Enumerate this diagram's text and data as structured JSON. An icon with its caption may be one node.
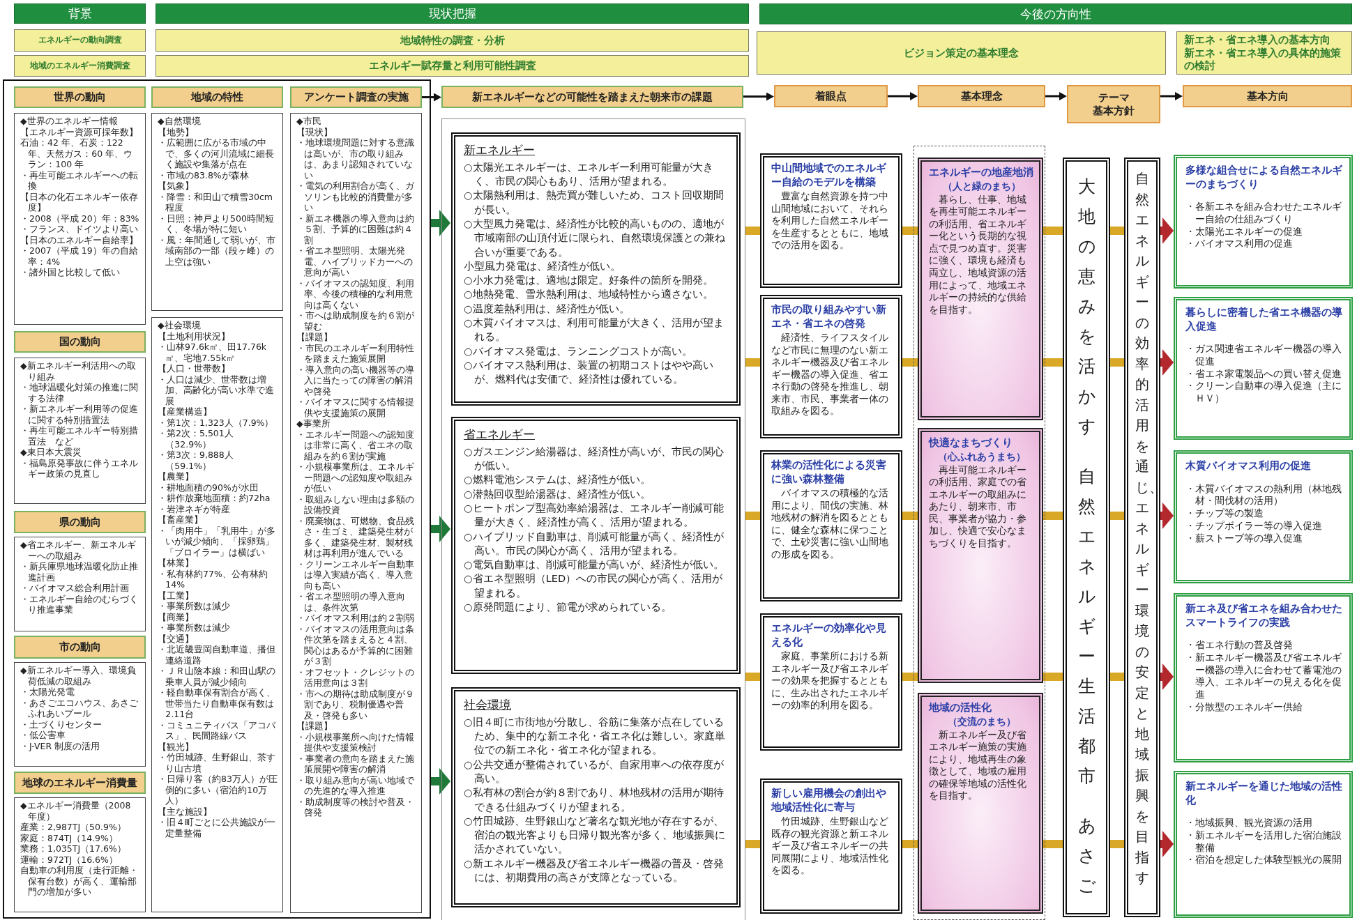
{
  "diagram": {
    "nodes": [
      {
        "text": [
          "背景"
        ]
      },
      {
        "text": [
          "現状把握"
        ]
      },
      {
        "text": [
          "今後の方向性"
        ]
      },
      {
        "text": [
          "エネルギーの動向調査"
        ]
      },
      {
        "text": [
          "地域特性の調査・分析"
        ]
      },
      {
        "text": [
          "ビジョン策定の基本理念"
        ]
      },
      {
        "text": [
          "新エネ・省エネ導入の基本方向",
          "新エネ・省エネ導入の具体的施策の検討"
        ]
      },
      {
        "text": [
          "地域のエネルギー消費調査"
        ]
      },
      {
        "text": [
          "エネルギー賦存量と利用可能性調査"
        ]
      },
      {
        "text": [],
        "shape": "box"
      },
      {
        "text": [
          "世界の動向"
        ],
        "in": 9
      },
      {
        "text": [
          "◆世界のエネルギー情報",
          "【エネルギー資源可採年数】",
          "石油：42 年、石炭：122 年、天然ガス：60 年、ウラン：100 年",
          "・再生可能エネルギーへの転換",
          "【日本の化石エネルギー依存度】",
          "・2008（平成 20）年：83%",
          "・フランス、ドイツより高い",
          "【日本のエネルギー自給率】",
          "・2007（平成 19）年の自給率：4%",
          "・諸外国と比較して低い"
        ],
        "in": 9
      },
      {
        "text": [
          "国の動向"
        ],
        "in": 9
      },
      {
        "text": [
          "◆新エネルギー利活用への取り組み",
          "・地球温暖化対策の推進に関する法律",
          "・新エネルギー利用等の促進に関する特別措置法",
          "・再生可能エネルギー特別措置法　など",
          "◆東日本大震災",
          "・福島原発事故に伴うエネルギー政策の見直し"
        ],
        "in": 9
      },
      {
        "text": [
          "県の動向"
        ],
        "in": 9
      },
      {
        "text": [
          "◆省エネルギー、新エネルギーへの取組み",
          "・新兵庫県地球温暖化防止推進計画",
          "・バイオマス総合利用計画",
          "・エネルギー自給のむらづくり推進事業"
        ],
        "in": 9
      },
      {
        "text": [
          "市の動向"
        ],
        "in": 9
      },
      {
        "text": [
          "◆新エネルギー導入、環境負荷低減の取組み",
          "・太陽光発電",
          "・あさごエコハウス、あさごふれあいプール",
          "・土づくりセンター",
          "・低公害車",
          "・J-VER 制度の活用"
        ],
        "in": 9
      },
      {
        "text": [
          "地球のエネルギー消費量"
        ],
        "in": 9
      },
      {
        "text": [
          "◆エネルギー消費量（2008 年度）",
          "産業：2,987TJ（50.9%）",
          "家庭：874TJ（14.9%）",
          "業務：1,035TJ（17.6%）",
          "運輸：972TJ（16.6%）",
          "自動車の利用度（走行距離・保有台数）が高く、運輸部門の増加が多い"
        ],
        "in": 9
      },
      {
        "text": [
          "地域の特性"
        ],
        "in": 9
      },
      {
        "text": [
          "◆自然環境",
          "【地勢】",
          "・広範囲に広がる市域の中で、多くの河川流域に細長く施設や集落が点在",
          "・市域の83.8%が森林",
          "【気象】",
          "・降雪：和田山で積雪30cm程度",
          "・日照：神戸より500時間短く、冬場が特に短い",
          "・風：年間通して弱いが、市域南部の一部（段ヶ峰）の上空は強い"
        ],
        "in": 9
      },
      {
        "text": [
          "◆社会環境",
          "【土地利用状況】",
          "・山林97.6k㎡、田17.76k㎡、宅地7.55k㎡",
          "【人口・世帯数】",
          "・人口は減少、世帯数は増加、高齢化が高い水準で進展",
          "【産業構造】",
          "・第1次：1,323人（7.9%）",
          "・第2次：5,501人（32.9%）",
          "・第3次：9,888人（59.1%）",
          "【農業】",
          "・耕地面積の90%が水田",
          "・耕作放棄地面積：約72ha",
          "・岩津ネギが特産",
          "【畜産業】",
          "・「肉用牛」「乳用牛」が多いが減少傾向、「採卵鶏」「ブロイラー」は横ばい",
          "【林業】",
          "・私有林約77%、公有林約14%",
          "【工業】",
          "・事業所数は減少",
          "【商業】",
          "・事業所数は減少",
          "【交通】",
          "・北近畿豊岡自動車道、播但連絡道路",
          "・ＪＲ山陰本線：和田山駅の乗車人員が減少傾向",
          "・軽自動車保有割合が高く、世帯当たり自動車保有数は2.11台",
          "・コミュニティバス「アコバス」、民間路線バス",
          "【観光】",
          "・竹田城跡、生野銀山、茶すり山古墳",
          "・日帰り客（約83万人）が圧倒的に多い（宿泊約10万人）",
          "【主な施設】",
          "・旧４町ごとに公共施設が一定量整備"
        ],
        "in": 9
      },
      {
        "text": [
          "アンケート調査の実施"
        ],
        "in": 9
      },
      {
        "text": [
          "◆市民",
          "【現状】",
          "・地球環境問題に対する意識は高いが、市の取り組みは、あまり認知されていない",
          "・電気の利用割合が高く、ガソリンも比較的消費量が多い",
          "・新エネ機器の導入意向は約５割、予算的に困難は約４割",
          "・省エネ型照明、太陽光発電、ハイブリッドカーへの意向が高い",
          "・バイオマスの認知度、利用率、今後の積極的な利用意向は高くない",
          "・市へは助成制度を約６割が望む",
          "【課題】",
          "・市民のエネルギー利用特性を踏まえた施策展開",
          "・導入意向の高い機器等の導入に当たっての障害の解消や啓発",
          "・バイオマスに関する情報提供や支援施策の展開",
          "◆事業所",
          "・エネルギー問題への認知度は非常に高く、省エネの取組みを約６割が実施",
          "・小規模事業所は、エネルギー問題への認知度や取組みが低い",
          "・取組みしない理由は多額の設備投資",
          "・廃棄物は、可燃物、食品残さ・生ゴミ、建築発生材が多く、建築発生材、製材残材は再利用が進んでいる",
          "・クリーンエネルギー自動車は導入実績が高く、導入意向も高い",
          "・省エネ型照明の導入意向は、条件次第",
          "・バイオマス利用は約２割弱",
          "・バイオマスの活用意向は条件次第を踏まえると４割、関心はあるが予算的に困難が３割",
          "・オフセット・クレジットの活用意向は３割",
          "・市への期待は助成制度が９割であり、税制優遇や普及・啓発も多い",
          "【課題】",
          "・小規模事業所へ向けた情報提供や支援策検討",
          "・事業者の意向を踏まえた施策展開や障害の解消",
          "・取り組み意向が高い地域での先進的な導入推進",
          "・助成制度等の検討や普及・啓発"
        ],
        "in": 9
      },
      {
        "text": [
          "新エネルギーなどの可能性を踏まえた朝来市の課題"
        ]
      },
      {
        "text": [
          "着眼点"
        ]
      },
      {
        "text": [
          "基本理念"
        ]
      },
      {
        "text": [
          "テーマ",
          "基本方針"
        ]
      },
      {
        "text": [
          "基本方向"
        ]
      },
      {
        "text": [],
        "shape": "box"
      },
      {
        "text": [
          "新エネルギー",
          "○太陽光エネルギーは、エネルギー利用可能量が大きく、市民の関心もあり、活用が望まれる。",
          "○太陽熱利用は、熱売買が難しいため、コスト回収期間が長い。",
          "○大型風力発電は、経済性が比較的高いものの、適地が市域南部の山頂付近に限られ、自然環境保護との兼ね合いが重要である。",
          "小型風力発電は、経済性が低い。",
          "○小水力発電は、適地は限定。好条件の箇所を開発。",
          "○地熱発電、雪氷熱利用は、地域特性から適さない。",
          "○温度差熱利用は、経済性が低い。",
          "○木質バイオマスは、利用可能量が大きく、活用が望まれる。",
          "○バイオマス発電は、ランニングコストが高い。",
          "○バイオマス熱利用は、装置の初期コストはやや高いが、燃料代は安価で、経済性は優れている。"
        ],
        "in": 30
      },
      {
        "text": [
          "省エネルギー",
          "○ガスエンジン給湯器は、経済性が高いが、市民の関心が低い。",
          "○燃料電池システムは、経済性が低い。",
          "○潜熱回収型給湯器は、経済性が低い。",
          "○ヒートポンプ型高効率給湯器は、エネルギー削減可能量が大きく、経済性が高く、活用が望まれる。",
          "○ハイブリッド自動車は、削減可能量が高く、経済性が高い。市民の関心が高く、活用が望まれる。",
          "○電気自動車は、削減可能量が高いが、経済性が低い。",
          "○省エネ型照明（LED）への市民の関心が高く、活用が望まれる。",
          "○原発問題により、節電が求められている。"
        ],
        "in": 30
      },
      {
        "text": [
          "社会環境",
          "○旧４町に市街地が分散し、谷筋に集落が点在しているため、集中的な新エネ化・省エネ化は難しい。家庭単位での新エネ化・省エネ化が望まれる。",
          "○公共交通が整備されているが、自家用車への依存度が高い。",
          "○私有林の割合が約８割であり、林地残材の活用が期待できる仕組みづくりが望まれる。",
          "○竹田城跡、生野銀山など著名な観光地が存在するが、宿泊の観光客よりも日帰り観光客が多く、地域振興に活かされていない。",
          "○新エネルギー機器及び省エネルギー機器の普及・啓発には、初期費用の高さが支障となっている。"
        ],
        "in": 30
      },
      {
        "text": [
          "中山間地域でのエネルギー自給のモデルを構築",
          "豊富な自然資源を持つ中山間地域において、それらを利用した自然エネルギーを生産するとともに、地域での活用を図る。"
        ]
      },
      {
        "text": [
          "市民の取り組みやすい新エネ・省エネの啓発",
          "経済性、ライフスタイルなど市民に無理のない新エネルギー機器及び省エネルギー機器の導入促進、省エネ行動の啓発を推進し、朝来市、市民、事業者一体の取組みを図る。"
        ]
      },
      {
        "text": [
          "林業の活性化による災害に強い森林整備",
          "バイオマスの積極的な活用により、間伐の実施、林地残材の解消を図るとともに、健全な森林に保つことで、土砂災害に強い山間地の形成を図る。"
        ]
      },
      {
        "text": [
          "エネルギーの効率化や見える化",
          "家庭、事業所における新エネルギー及び省エネルギーの効果を把握するとともに、生み出されたエネルギーの効率的利用を図る。"
        ]
      },
      {
        "text": [
          "新しい雇用機会の創出や地域活性化に寄与",
          "竹田城跡、生野銀山など既存の観光資源と新エネルギー及び省エネルギーの共同展開により、地域活性化を図る。"
        ]
      },
      {
        "text": [
          "エネルギーの地産地消",
          "（人と緑のまち）",
          "暮らし、仕事、地域を再生可能エネルギーの利活用、省エネルギー化という長期的な視点で見つめ直す。災害に強く、環境も経済も両立し、地域資源の活用によって、地域エネルギーの持続的な供給を目指す。"
        ]
      },
      {
        "text": [
          "快適なまちづくり",
          "（心ふれあうまち）",
          "再生可能エネルギーの利活用、家庭での省エネルギーの取組みにあたり、朝来市、市民、事業者が協力・参加し、快適で安心なまちづくりを目指す。"
        ]
      },
      {
        "text": [
          "地域の活性化",
          "（交流のまち）",
          "新エネルギー及び省エネルギー施策の実施により、地域再生の象徴として、地域の雇用の確保等地域の活性化を目指す。"
        ]
      },
      {
        "text": [
          "大地の恵みを活かす",
          "自然エネルギー生活都市",
          "あさご"
        ]
      },
      {
        "text": [
          "自然エネルギーの効率的活用を通じ、エネルギー環境の安定と地域振興を目指す"
        ]
      },
      {
        "text": [
          "多様な組合せによる自然エネルギーのまちづくり",
          "・各新エネを組み合わせたエネルギー自給の仕組みづくり",
          "・太陽光エネルギーの促進",
          "・バイオマス利用の促進"
        ]
      },
      {
        "text": [
          "暮らしに密着した省エネ機器の導入促進",
          "・ガス関連省エネルギー機器の導入促進",
          "・省エネ家電製品への買い替え促進",
          "・クリーン自動車の導入促進（主にＨＶ）"
        ]
      },
      {
        "text": [
          "木質バイオマス利用の促進",
          "・木質バイオマスの熱利用（林地残材・間伐材の活用）",
          "・チップ等の製造",
          "・チップボイラー等の導入促進",
          "・薪ストーブ等の導入促進"
        ]
      },
      {
        "text": [
          "新エネ及び省エネを組み合わせたスマートライフの実践",
          "・省エネ行動の普及啓発",
          "・新エネルギー機器及び省エネルギー機器の導入に合わせて蓄電池の導入、エネルギーの見える化を促進",
          "・分散型のエネルギー供給"
        ]
      },
      {
        "text": [
          "新エネルギーを通じた地域の活性化",
          "・地域振興、観光資源の活用",
          "・新エネルギーを活用した宿泊施設整備",
          "・宿泊を想定した体験型観光の展開"
        ]
      }
    ],
    "edges": [
      {
        "from": 23,
        "to": 25,
        "arrow": "to",
        "color": "#111111"
      },
      {
        "from": 25,
        "to": 26,
        "arrow": "to",
        "color": "#111111"
      },
      {
        "from": 26,
        "to": 27,
        "arrow": "to",
        "color": "#111111"
      },
      {
        "from": 27,
        "to": 28,
        "arrow": "to",
        "color": "#111111"
      },
      {
        "from": 28,
        "to": 29,
        "arrow": "to",
        "color": "#111111"
      },
      {
        "from": 9,
        "to": 31,
        "arrow": "to",
        "color": "#1f7a3a"
      },
      {
        "from": 9,
        "to": 32,
        "arrow": "to",
        "color": "#1f7a3a"
      },
      {
        "from": 9,
        "to": 33,
        "arrow": "to",
        "color": "#1f7a3a"
      },
      {
        "from": 30,
        "to": 34,
        "arrow": "none"
      },
      {
        "from": 34,
        "to": 39,
        "arrow": "none"
      },
      {
        "from": 39,
        "to": 42,
        "arrow": "none"
      },
      {
        "from": 42,
        "to": 43,
        "arrow": "none"
      },
      {
        "from": 43,
        "to": 44,
        "arrow": "to",
        "color": "#b3282d"
      },
      {
        "from": 30,
        "to": 35,
        "arrow": "none"
      },
      {
        "from": 35,
        "to": 39,
        "arrow": "none"
      },
      {
        "from": 39,
        "to": 42,
        "arrow": "none"
      },
      {
        "from": 42,
        "to": 43,
        "arrow": "none"
      },
      {
        "from": 43,
        "to": 45,
        "arrow": "to",
        "color": "#b3282d"
      },
      {
        "from": 30,
        "to": 36,
        "arrow": "none"
      },
      {
        "from": 36,
        "to": 40,
        "arrow": "none"
      },
      {
        "from": 40,
        "to": 42,
        "arrow": "none"
      },
      {
        "from": 42,
        "to": 43,
        "arrow": "none"
      },
      {
        "from": 43,
        "to": 46,
        "arrow": "to",
        "color": "#b3282d"
      },
      {
        "from": 30,
        "to": 37,
        "arrow": "none"
      },
      {
        "from": 37,
        "to": 40,
        "arrow": "none"
      },
      {
        "from": 40,
        "to": 42,
        "arrow": "none"
      },
      {
        "from": 42,
        "to": 43,
        "arrow": "none"
      },
      {
        "from": 43,
        "to": 47,
        "arrow": "to",
        "color": "#b3282d"
      },
      {
        "from": 30,
        "to": 38,
        "arrow": "none"
      },
      {
        "from": 38,
        "to": 41,
        "arrow": "none"
      },
      {
        "from": 41,
        "to": 42,
        "arrow": "none"
      },
      {
        "from": 42,
        "to": 43,
        "arrow": "none"
      },
      {
        "from": 43,
        "to": 48,
        "arrow": "to",
        "color": "#b3282d"
      }
    ]
  }
}
